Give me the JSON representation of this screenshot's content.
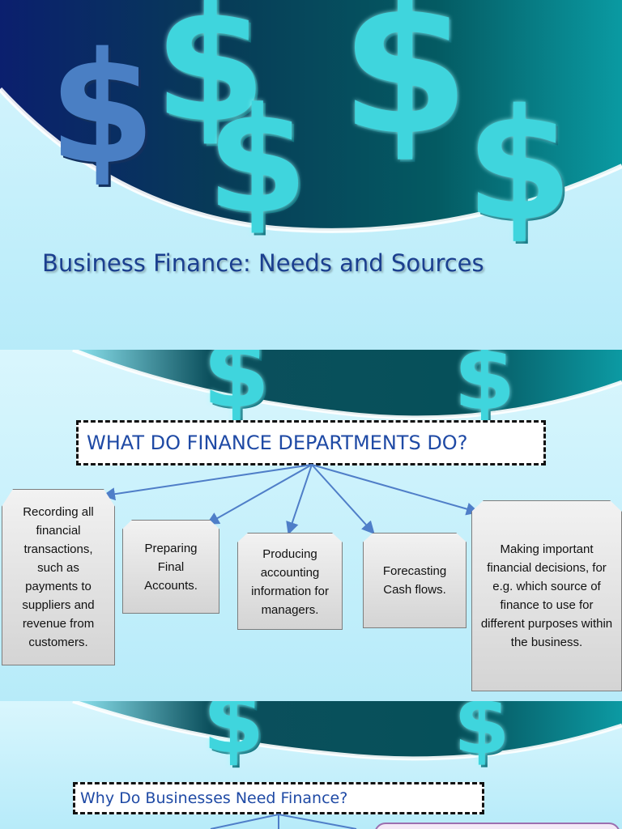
{
  "slides": {
    "title": "Business Finance: Needs and Sources",
    "finance_departments": {
      "heading": "WHAT DO FINANCE DEPARTMENTS DO?",
      "cards": [
        "Recording all financial transactions, such as payments to suppliers and revenue from customers.",
        "Preparing Final Accounts.",
        "Producing accounting information for managers.",
        "Forecasting Cash flows.",
        "Making important financial decisions, for e.g. which source of finance to use for different purposes within the business."
      ]
    },
    "why_finance": {
      "heading": "Why Do Businesses Need Finance?"
    }
  },
  "decor": {
    "symbol": "$",
    "colors": {
      "banner_dark": "#04343e",
      "banner_teal": "#0f8b96",
      "dollar": "#3fd5dd",
      "heading_text": "#1f4aa5",
      "title_text": "#1b3f8f"
    }
  }
}
